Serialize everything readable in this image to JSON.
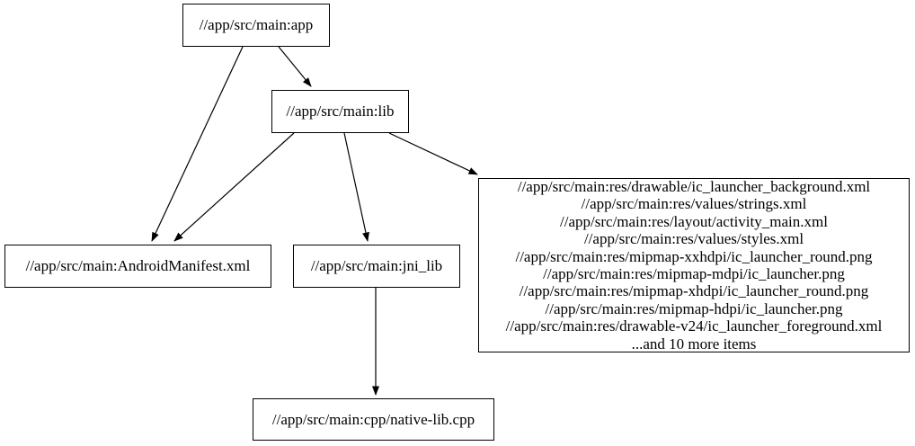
{
  "diagram": {
    "type": "dependency-graph",
    "background_color": "#ffffff",
    "node_border_color": "#000000",
    "edge_color": "#000000",
    "text_color": "#000000",
    "nodes": {
      "app": {
        "label": "//app/src/main:app"
      },
      "lib": {
        "label": "//app/src/main:lib"
      },
      "manifest": {
        "label": "//app/src/main:AndroidManifest.xml"
      },
      "jni_lib": {
        "label": "//app/src/main:jni_lib"
      },
      "res_group": {
        "lines": [
          "//app/src/main:res/drawable/ic_launcher_background.xml",
          "//app/src/main:res/values/strings.xml",
          "//app/src/main:res/layout/activity_main.xml",
          "//app/src/main:res/values/styles.xml",
          "//app/src/main:res/mipmap-xxhdpi/ic_launcher_round.png",
          "//app/src/main:res/mipmap-mdpi/ic_launcher.png",
          "//app/src/main:res/mipmap-xhdpi/ic_launcher_round.png",
          "//app/src/main:res/mipmap-hdpi/ic_launcher.png",
          "//app/src/main:res/drawable-v24/ic_launcher_foreground.xml",
          "...and 10 more items"
        ]
      },
      "native_lib": {
        "label": "//app/src/main:cpp/native-lib.cpp"
      }
    },
    "edges": [
      {
        "from": "app",
        "to": "lib"
      },
      {
        "from": "app",
        "to": "manifest"
      },
      {
        "from": "lib",
        "to": "manifest"
      },
      {
        "from": "lib",
        "to": "jni_lib"
      },
      {
        "from": "lib",
        "to": "res_group"
      },
      {
        "from": "jni_lib",
        "to": "native_lib"
      }
    ]
  }
}
